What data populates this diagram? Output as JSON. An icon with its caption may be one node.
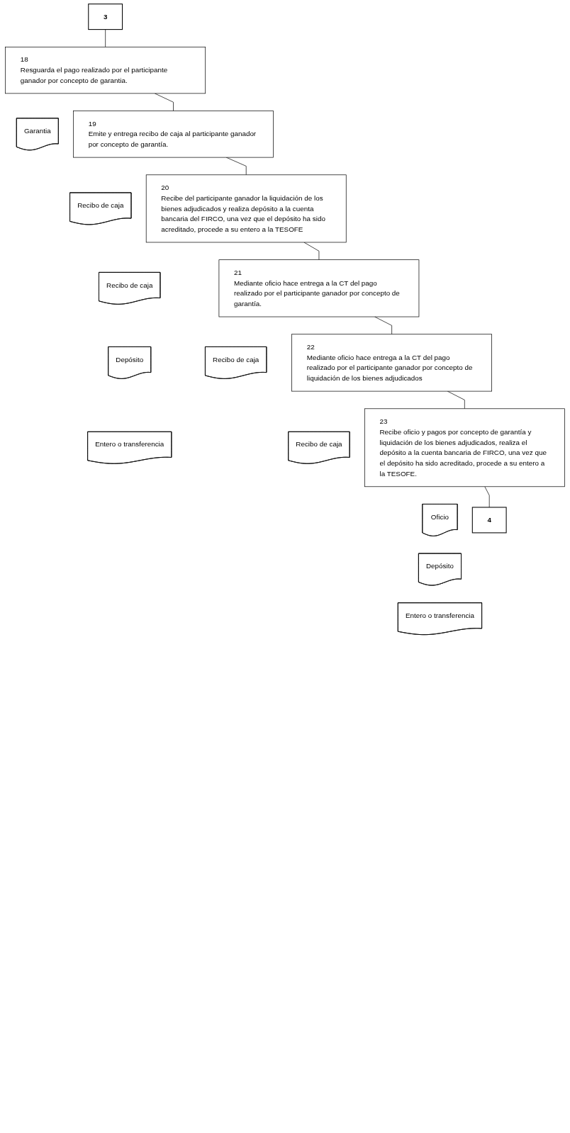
{
  "diagram": {
    "nodes": [
      {
        "text": [
          "3"
        ]
      },
      {
        "text": [
          "18",
          "Resguarda el pago realizado por el participante ganador por concepto de garantia."
        ]
      },
      {
        "text": [
          "Garantia"
        ]
      },
      {
        "text": [
          "19",
          "Emite y entrega recibo de caja al participante ganador por concepto de garantía."
        ]
      },
      {
        "text": [
          "Recibo de caja"
        ]
      },
      {
        "text": [
          "20",
          "Recibe del participante ganador la liquidación de los bienes adjudicados y realiza depósito a la cuenta bancaria del FIRCO, una vez que el depósito ha sido acreditado, procede a su entero a la TESOFE"
        ]
      },
      {
        "text": [
          "Recibo de caja"
        ]
      },
      {
        "text": [
          "Depósito"
        ]
      },
      {
        "text": [
          "Entero o transferencia"
        ]
      },
      {
        "text": [
          "21",
          "Mediante oficio hace entrega a la CT del pago realizado por el participante ganador por concepto de garantía."
        ]
      },
      {
        "text": [
          "Recibo de caja"
        ]
      },
      {
        "text": [
          "22",
          "Mediante oficio hace entrega a la CT del pago realizado por el participante ganador por concepto de liquidación de los bienes adjudicados"
        ]
      },
      {
        "text": [
          "Recibo de caja"
        ]
      },
      {
        "text": [
          "23",
          "Recibe oficio y pagos por concepto de garantía y liquidación de los bienes adjudicados, realiza el depósito a la cuenta bancaria de FIRCO, una vez que el depósito ha sido acreditado, procede a su entero a la TESOFE."
        ]
      },
      {
        "text": [
          "Oficio"
        ]
      },
      {
        "text": [
          "Depósito"
        ]
      },
      {
        "text": [
          "Entero o transferencia"
        ]
      },
      {
        "text": [
          "4"
        ]
      }
    ],
    "edges": [
      {
        "from": 0,
        "to": 1,
        "arrow": "none"
      },
      {
        "from": 1,
        "to": 3,
        "arrow": "none"
      },
      {
        "from": 3,
        "to": 5,
        "arrow": "none"
      },
      {
        "from": 5,
        "to": 9,
        "arrow": "none"
      },
      {
        "from": 9,
        "to": 11,
        "arrow": "none"
      },
      {
        "from": 11,
        "to": 13,
        "arrow": "none"
      },
      {
        "from": 13,
        "to": 17,
        "arrow": "none"
      }
    ]
  }
}
